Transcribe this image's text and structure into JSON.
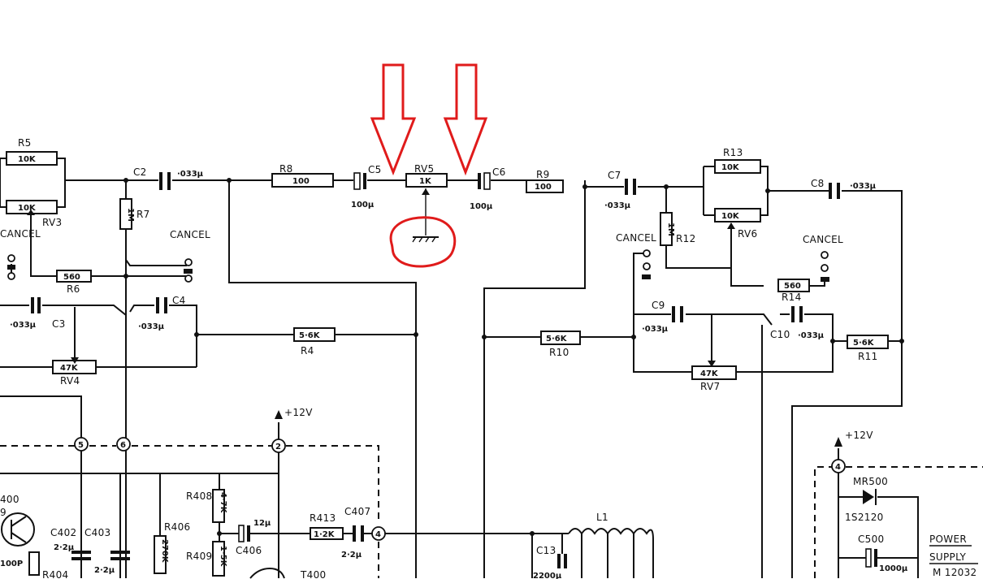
{
  "components": {
    "R5": {
      "ref": "R5",
      "value": "10K"
    },
    "RV3": {
      "ref": "RV3",
      "value": "10K"
    },
    "C2": {
      "ref": "C2",
      "value": "·033μ"
    },
    "R7": {
      "ref": "R7",
      "value": "1M"
    },
    "cancel_left": {
      "ref": "CANCEL"
    },
    "R6": {
      "ref": "R6",
      "value": "560"
    },
    "C3": {
      "ref": "C3",
      "value": "·033μ"
    },
    "C4": {
      "ref": "C4",
      "value": "·033μ"
    },
    "RV4": {
      "ref": "RV4",
      "value": "47K"
    },
    "R4": {
      "ref": "R4",
      "value": "5·6K"
    },
    "R8": {
      "ref": "R8",
      "value": "100"
    },
    "C5": {
      "ref": "C5",
      "value": "100μ"
    },
    "RV5": {
      "ref": "RV5",
      "value": "1K"
    },
    "C6": {
      "ref": "C6",
      "value": "100μ"
    },
    "R9": {
      "ref": "R9",
      "value": "100"
    },
    "C7": {
      "ref": "C7",
      "value": "·033μ"
    },
    "R10": {
      "ref": "R10",
      "value": "5·6K"
    },
    "R12": {
      "ref": "R12",
      "value": "1M"
    },
    "cancel_mid": {
      "ref": "CANCEL"
    },
    "R13": {
      "ref": "R13",
      "value": "10K"
    },
    "RV6": {
      "ref": "RV6",
      "value": "10K"
    },
    "C8": {
      "ref": "C8",
      "value": "·033μ"
    },
    "cancel_right": {
      "ref": "CANCEL"
    },
    "R14": {
      "ref": "R14",
      "value": "560"
    },
    "C9": {
      "ref": "C9",
      "value": "·033μ"
    },
    "C10": {
      "ref": "C10",
      "value": "·033μ"
    },
    "R11": {
      "ref": "R11",
      "value": "5·6K"
    },
    "RV7": {
      "ref": "RV7",
      "value": "47K"
    },
    "R408": {
      "ref": "R408",
      "value": "4·7K"
    },
    "R409": {
      "ref": "R409",
      "value": "1·5K"
    },
    "R406": {
      "ref": "R406",
      "value": "270K"
    },
    "C402": {
      "ref": "C402",
      "value": "2·2μ"
    },
    "C403": {
      "ref": "C403",
      "value": "2·2μ"
    },
    "C406": {
      "ref": "C406",
      "value": "12μ"
    },
    "R413": {
      "ref": "R413",
      "value": "1·2K"
    },
    "C407": {
      "ref": "C407",
      "value": "2·2μ"
    },
    "L1": {
      "ref": "L1"
    },
    "C13": {
      "ref": "C13",
      "value": "2200μ"
    },
    "MR500": {
      "ref": "MR500",
      "value": "1S2120"
    },
    "C500": {
      "ref": "C500",
      "value": "1000μ"
    },
    "Q400": {
      "ref": "400",
      "sub": "9"
    },
    "R404": {
      "ref": "R404"
    },
    "T400": {
      "ref": "T400"
    },
    "C401": {
      "value": "100P"
    }
  },
  "supply": {
    "left": "+12V",
    "right": "+12V"
  },
  "pins": {
    "p5": "5",
    "p6": "6",
    "p2": "2",
    "p4a": "4",
    "p4b": "4"
  },
  "block": {
    "title": "POWER",
    "title2": "SUPPLY",
    "code": "M 12032"
  }
}
